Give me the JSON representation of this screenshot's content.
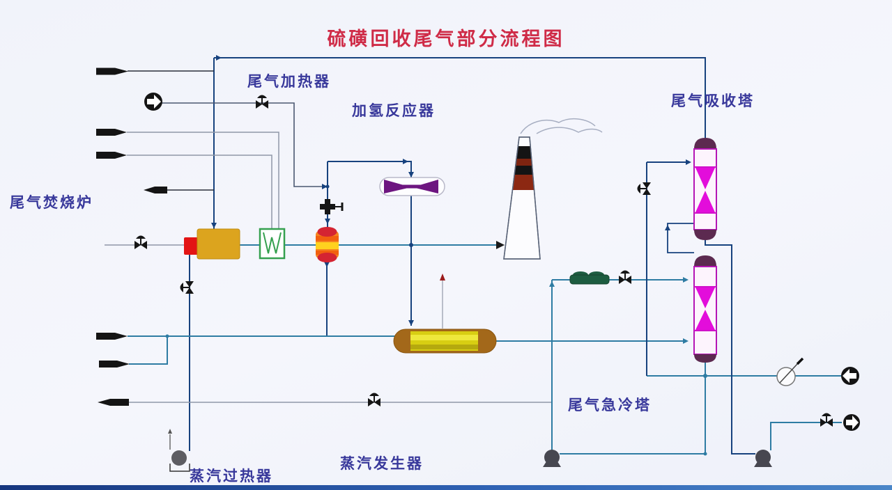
{
  "title": "硫磺回收尾气部分流程图",
  "labels": {
    "tail_gas_heater": "尾气加热器",
    "hydrogenation_reactor": "加氢反应器",
    "tail_gas_absorber": "尾气吸收塔",
    "tail_gas_incinerator": "尾气焚烧炉",
    "tail_gas_quench_tower": "尾气急冷塔",
    "steam_superheater": "蒸汽过热器",
    "steam_generator": "蒸汽发生器"
  },
  "equipment_icons": [
    "incinerator-furnace-icon",
    "burner-icon",
    "heat-exchanger-w-icon",
    "hydrogenation-reactor-icon",
    "inline-mixer-icon",
    "flue-stack-icon",
    "smoke-icon",
    "steam-generator-drum-icon",
    "air-cooler-icon",
    "absorber-column-icon",
    "pump-icon",
    "valve-icon",
    "flow-instrument-icon",
    "stream-arrow-icon",
    "connector-arrow-icon"
  ],
  "colors": {
    "title_red": "#cf2b47",
    "label_indigo": "#38389b",
    "pipe_navy": "#17427e",
    "pipe_teal": "#2e7ca3",
    "pipe_gray": "#8f97a8",
    "furnace_gold": "#dca41e",
    "burner_red": "#e31414",
    "exchanger_green": "#35a04f",
    "cooler_green": "#1d5c40",
    "reactor_orange": "#f5841f",
    "reactor_cap_red": "#d42432",
    "mixer_purple": "#6d1580",
    "column_magenta": "#e30ddb",
    "column_cap_purple": "#5c2a50",
    "drum_yellow": "#d8ce12",
    "drum_brown": "#a3681a",
    "stack_band_black": "#141414",
    "stack_band_red": "#8c2812",
    "symbol_black": "#141414"
  }
}
